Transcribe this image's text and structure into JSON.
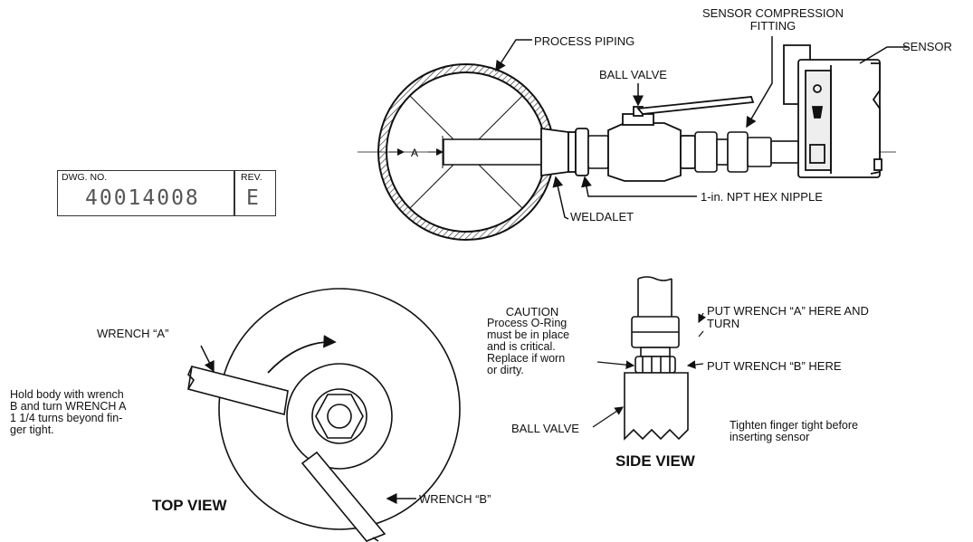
{
  "drawing_block": {
    "dwg_label": "DWG. NO.",
    "dwg_number": "40014008",
    "rev_label": "REV.",
    "rev_value": "E"
  },
  "installation_view": {
    "labels": {
      "process_piping": "PROCESS PIPING",
      "ball_valve": "BALL VALVE",
      "sensor_compression_fitting_line1": "SENSOR COMPRESSION",
      "sensor_compression_fitting_line2": "FITTING",
      "sensor": "SENSOR",
      "hex_nipple": "1-in. NPT HEX NIPPLE",
      "weldalet": "WELDALET",
      "dimension_a": "A"
    }
  },
  "top_view": {
    "title": "TOP VIEW",
    "wrench_a": "WRENCH “A”",
    "wrench_b": "WRENCH “B”",
    "note": "Hold body with wrench\nB and turn WRENCH A\n1 1/4 turns beyond fin-\nger tight."
  },
  "side_view": {
    "title": "SIDE VIEW",
    "caution_title": "CAUTION",
    "caution_text": "Process  O-Ring\nmust be in place\nand is critical.\nReplace if worn\nor dirty.",
    "wrench_a_line1": "PUT WRENCH “A” HERE AND",
    "wrench_a_line2": "TURN",
    "wrench_b": "PUT WRENCH “B” HERE",
    "ball_valve": "BALL VALVE",
    "tighten_note": "Tighten finger tight before\ninserting sensor"
  }
}
